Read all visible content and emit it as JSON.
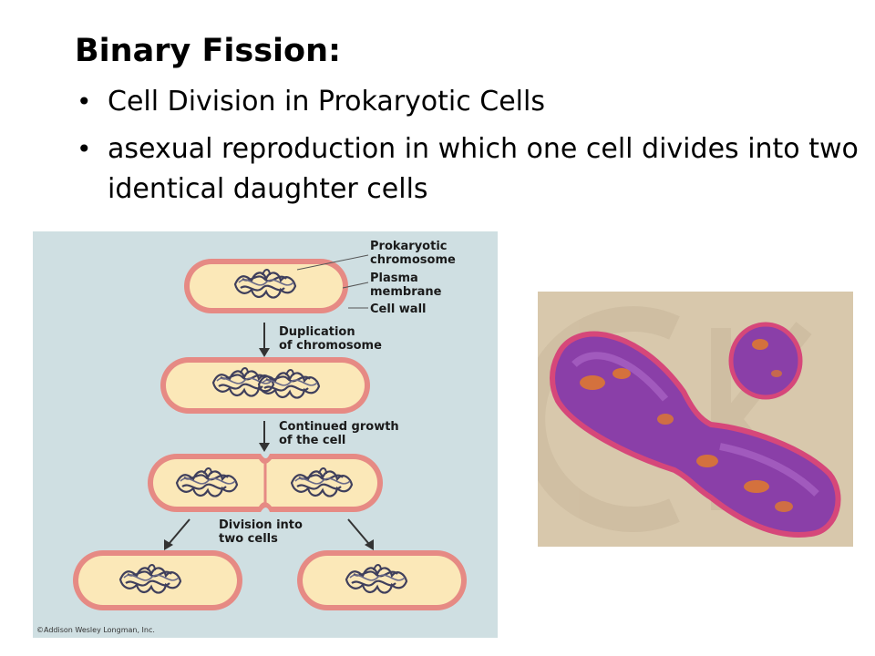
{
  "slide": {
    "title": "Binary Fission:",
    "bullets": [
      " Cell Division in Prokaryotic Cells",
      "asexual reproduction in which one cell divides into two identical daughter cells"
    ],
    "bullet_glyph": "•"
  },
  "diagram": {
    "labels": {
      "prokaryotic_1": "Prokaryotic",
      "prokaryotic_2": "chromosome",
      "plasma_1": "Plasma",
      "plasma_2": "membrane",
      "cell_wall": "Cell wall",
      "dup_1": "Duplication",
      "dup_2": "of chromosome",
      "growth_1": "Continued growth",
      "growth_2": "of the cell",
      "div_1": "Division into",
      "div_2": "two cells"
    },
    "copyright": "©Addison Wesley Longman, Inc.",
    "colors": {
      "background": "#cfdfe2",
      "cell_wall": "#e68a84",
      "cytoplasm": "#fbe8b8",
      "chromosome": "#3f3f5c"
    }
  },
  "photo": {
    "colors": {
      "background": "#d8c8ac",
      "cell_body": "#8a3fa8",
      "cell_edge": "#d6477a",
      "spots": "#e07a2a"
    }
  }
}
